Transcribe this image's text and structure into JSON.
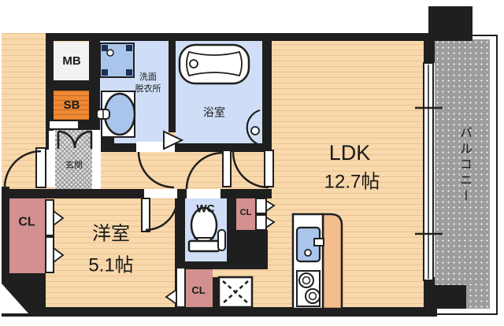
{
  "title": "apartment-floor-plan",
  "labels": {
    "meter_box": "MB",
    "shoe_box": "SB",
    "entrance": "玄関",
    "washroom_line1": "洗面",
    "washroom_line2": "脱衣所",
    "bathroom": "浴室",
    "ldk": "LDK",
    "ldk_area": "12.7帖",
    "western_room": "洋室",
    "western_room_area": "5.1帖",
    "toilet": "WC",
    "closet_left": "CL",
    "closet_mid": "CL",
    "closet_bottom": "CL",
    "balcony": "バルコニー"
  },
  "colors": {
    "wall": "#1f1f1f",
    "wood_floor": "#f8d9ab",
    "wood_floor_stripe": "#eec092",
    "wet_room_blue": "#cfdef6",
    "fixture_blue": "#a9c5eb",
    "closet_pink": "#d29090",
    "shoe_box_orange": "#ee8833",
    "meter_box_gray": "#f2f2f2",
    "balcony_gray": "#9d9d9d",
    "kitchen_counter_peach": "#f3bd8d"
  }
}
